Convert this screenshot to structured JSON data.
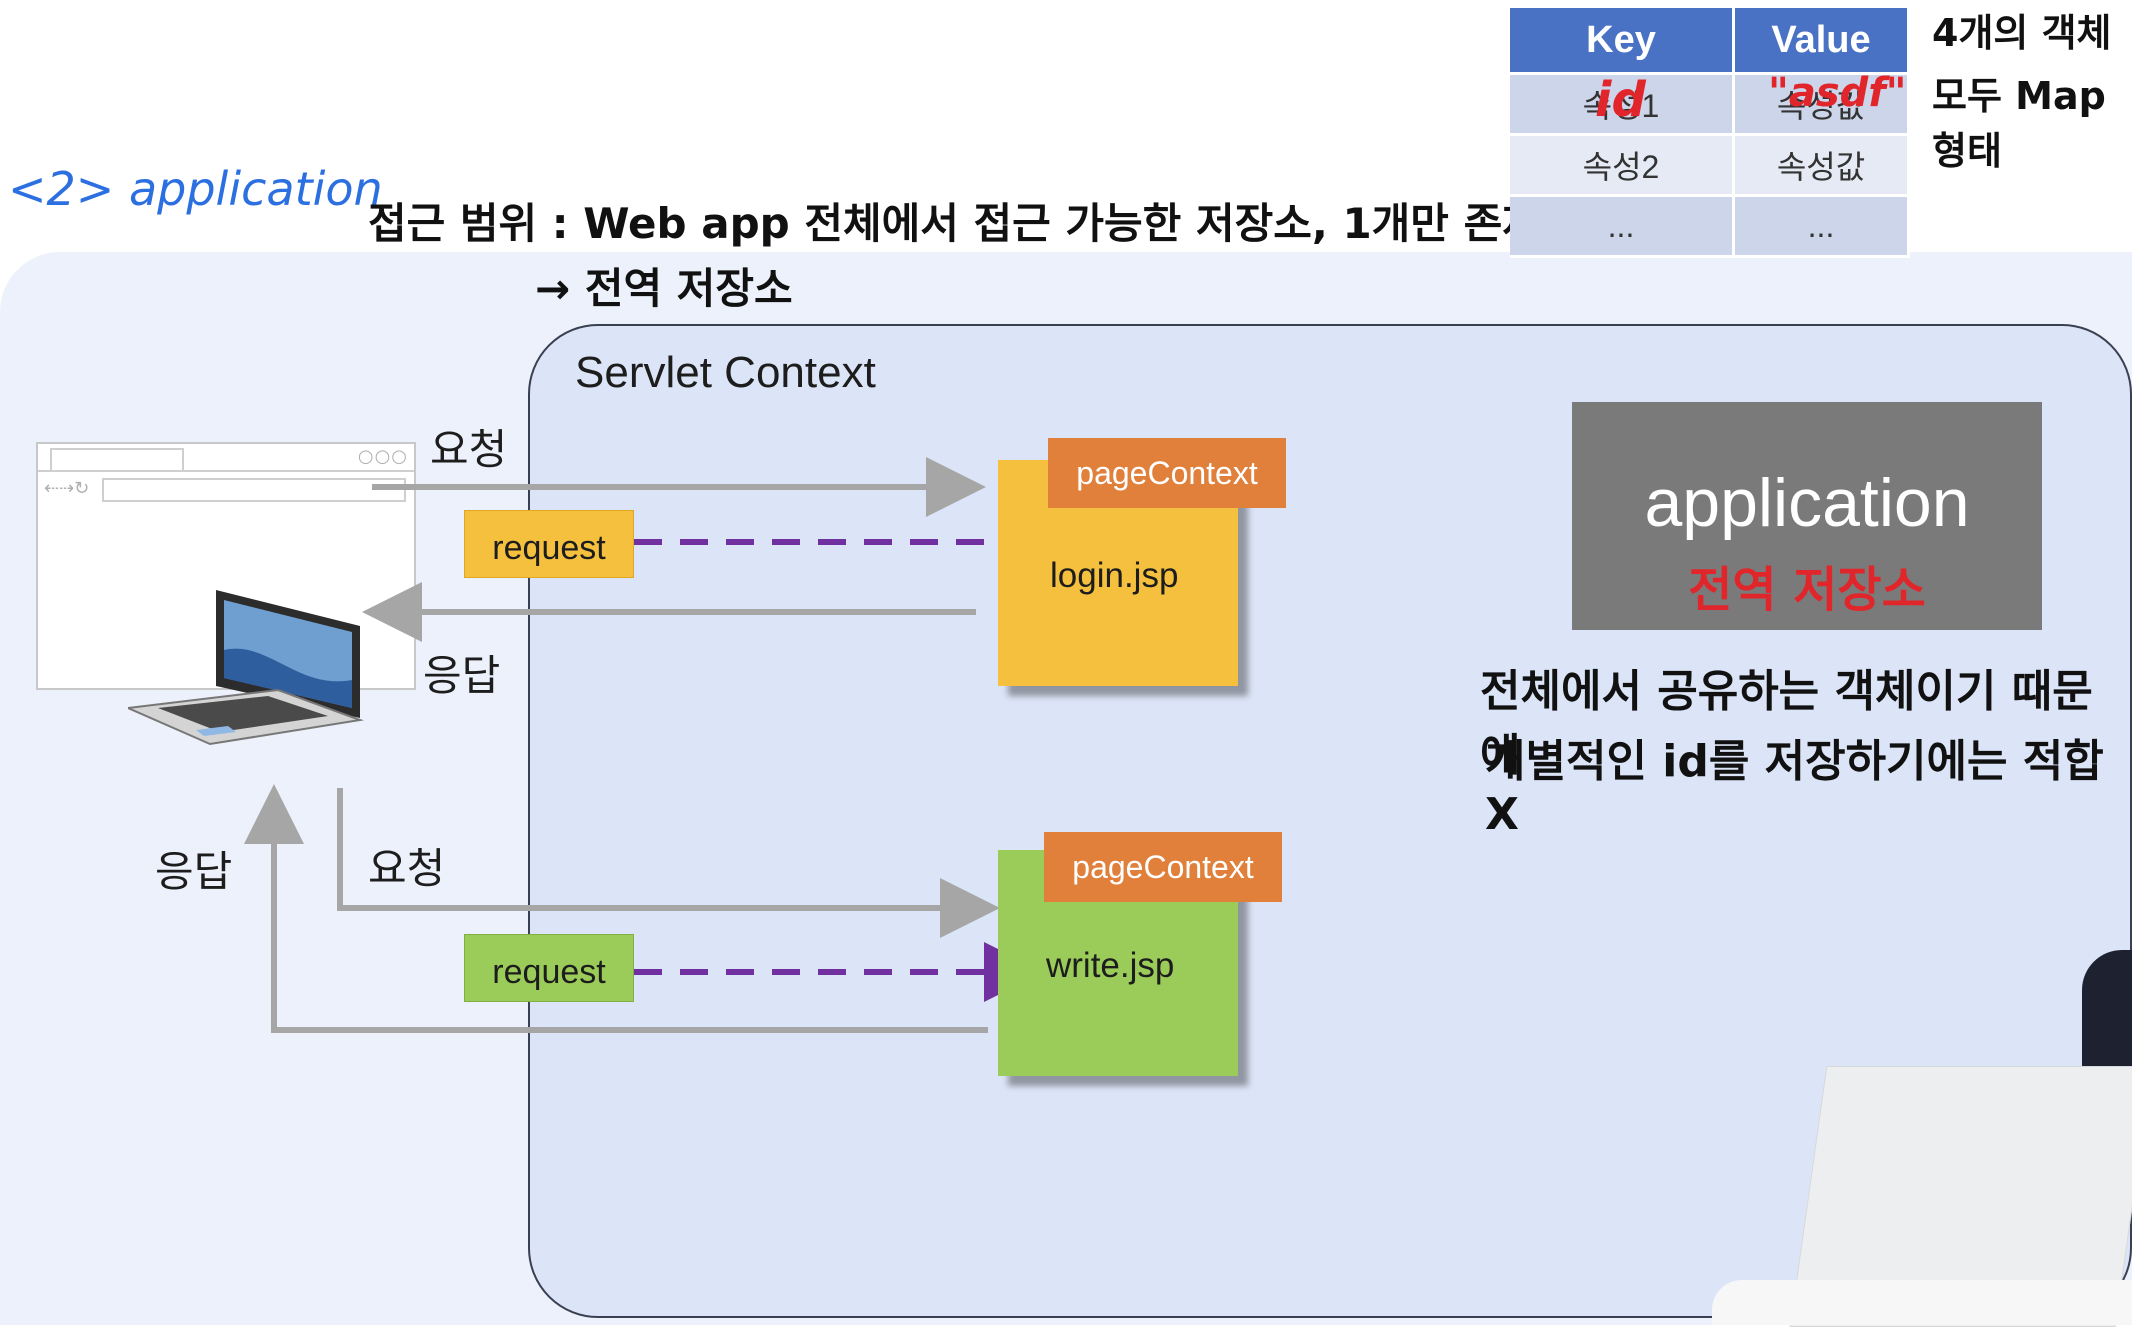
{
  "notes": {
    "application_heading": "<2> application",
    "scope_line": "접근 범위 : Web app 전체에서 접근 가능한 저장소, 1개만 존재",
    "global_store_line": "→ 전역 저장소",
    "objects_line1": "4개의 객체",
    "objects_line2": "모두 Map 형태",
    "shared_line1": "전체에서 공유하는 객체이기 때문에",
    "shared_line2": "개별적인 id를 저장하기에는 적합 X"
  },
  "kv_table": {
    "headers": [
      "Key",
      "Value"
    ],
    "rows": [
      [
        "속성1",
        "속성값"
      ],
      [
        "속성2",
        "속성값"
      ],
      [
        "...",
        "..."
      ]
    ],
    "handwritten_key": "id",
    "handwritten_value": "\"asdf\""
  },
  "servlet_context": {
    "title": "Servlet Context"
  },
  "application_box": {
    "title": "application",
    "subtitle": "전역 저장소"
  },
  "flow": {
    "request_label_top": "요청",
    "response_label_top": "응답",
    "response_label_bottom": "응답",
    "request_label_bottom": "요청"
  },
  "pages": [
    {
      "context": "pageContext",
      "file": "login.jsp",
      "request": "request",
      "color": "#f4c03e"
    },
    {
      "context": "pageContext",
      "file": "write.jsp",
      "request": "request",
      "color": "#9bcc5a"
    }
  ],
  "colors": {
    "context_orange": "#e0803b",
    "arrow_gray": "#a6a6a6",
    "dashed_purple": "#7030a0",
    "annotation_red": "#e0262b",
    "annotation_blue": "#2b6fe0",
    "table_header": "#4a72c4"
  }
}
